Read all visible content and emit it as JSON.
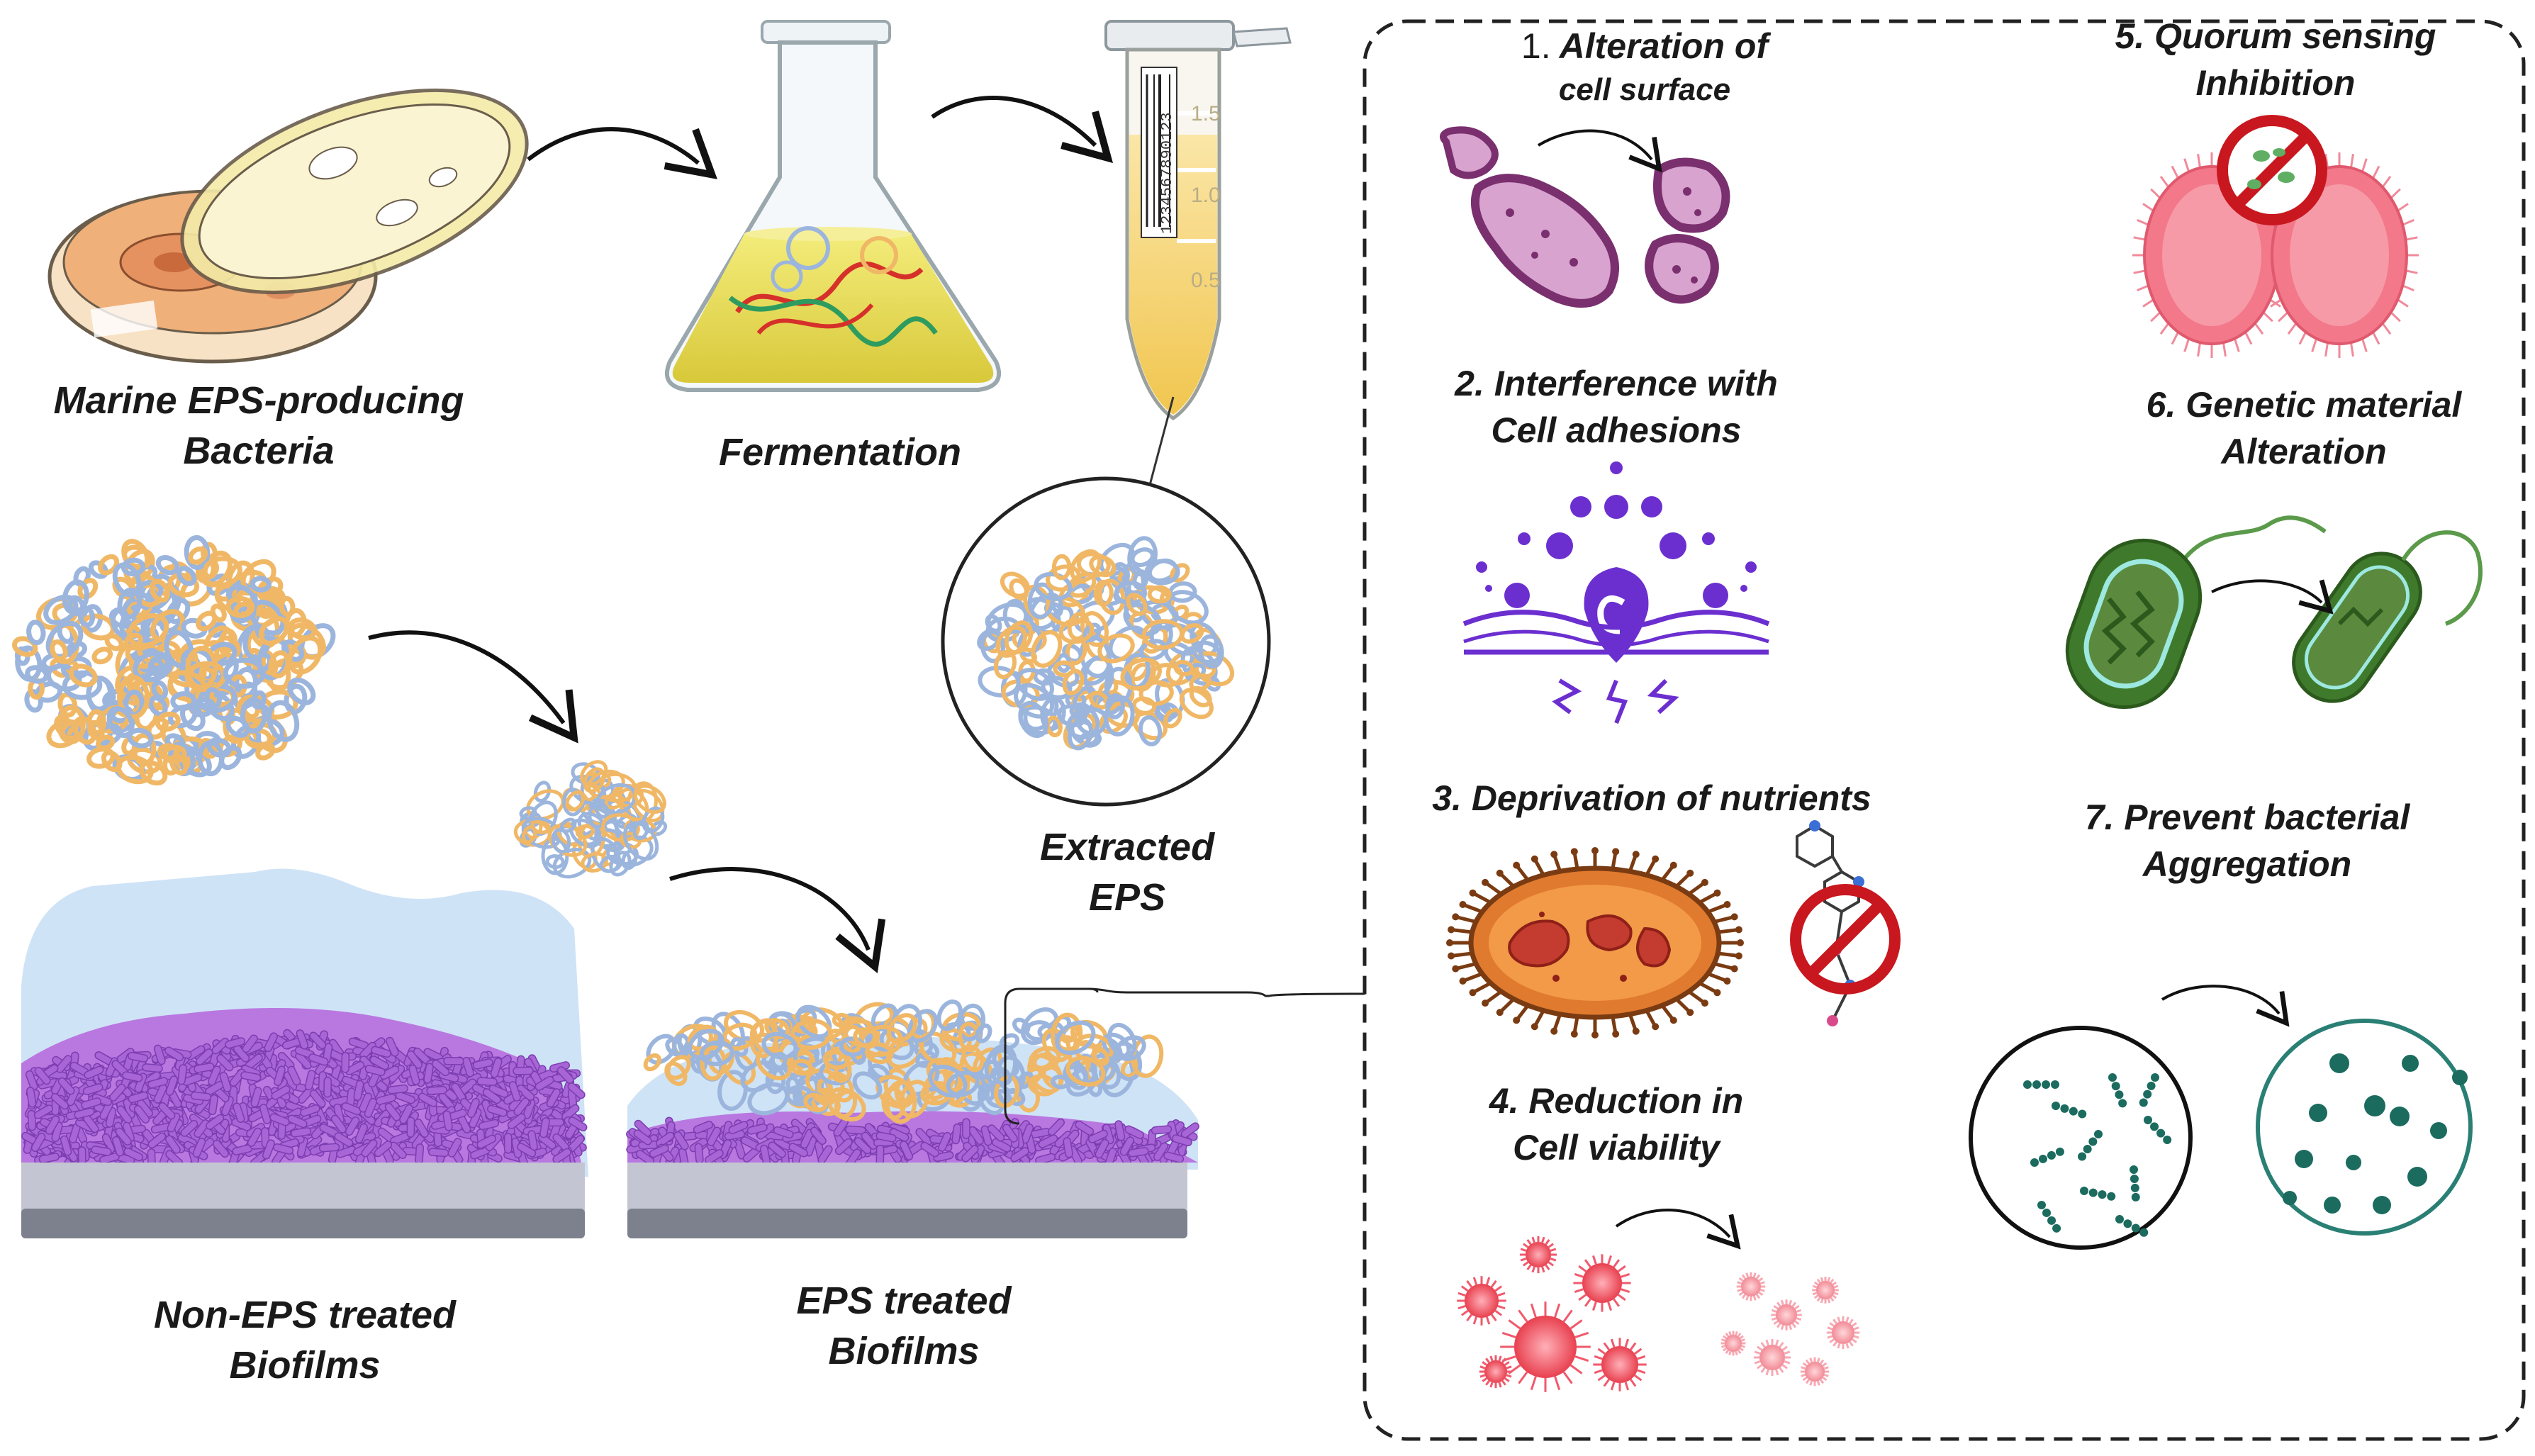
{
  "process": {
    "marine_line1": "Marine EPS-producing",
    "marine_line2": "Bacteria",
    "fermentation": "Fermentation",
    "extracted_line1": "Extracted",
    "extracted_line2": "EPS",
    "non_eps_line1": "Non-EPS treated",
    "non_eps_line2": "Biofilms",
    "eps_treated_line1": "EPS treated",
    "eps_treated_line2": "Biofilms"
  },
  "tube": {
    "marks": [
      "1.5",
      "1.0",
      "0.5"
    ],
    "barcode": "1234567890123"
  },
  "mechanisms": {
    "m1_number": "1.",
    "m1_line1": "Alteration of",
    "m1_line2": "cell surface",
    "m2_line1": "2. Interference with",
    "m2_line2": "Cell adhesions",
    "m3_line1": "3. Deprivation of nutrients",
    "m4_line1": "4. Reduction in",
    "m4_line2": "Cell viability",
    "m5_line1": "5. Quorum sensing",
    "m5_line2": "Inhibition",
    "m6_line1": "6. Genetic material",
    "m6_line2": "Alteration",
    "m7_line1": "7.  Prevent bacterial",
    "m7_line2": "Aggregation"
  },
  "colors": {
    "eps_orange": "#f0b866",
    "eps_blue": "#9bb5dd",
    "biofilm_purple": "#a865d6",
    "biofilm_matrix": "#cfe3f7",
    "substrate": "#c3c6d2",
    "adhesion_purple": "#6b2fd0",
    "cell_pink": "#c996c4",
    "red_cell": "#f05a6d",
    "green_bacterium": "#5b8a3e",
    "teal_dot": "#1b6b5f",
    "prohibit_red": "#c8171e"
  }
}
